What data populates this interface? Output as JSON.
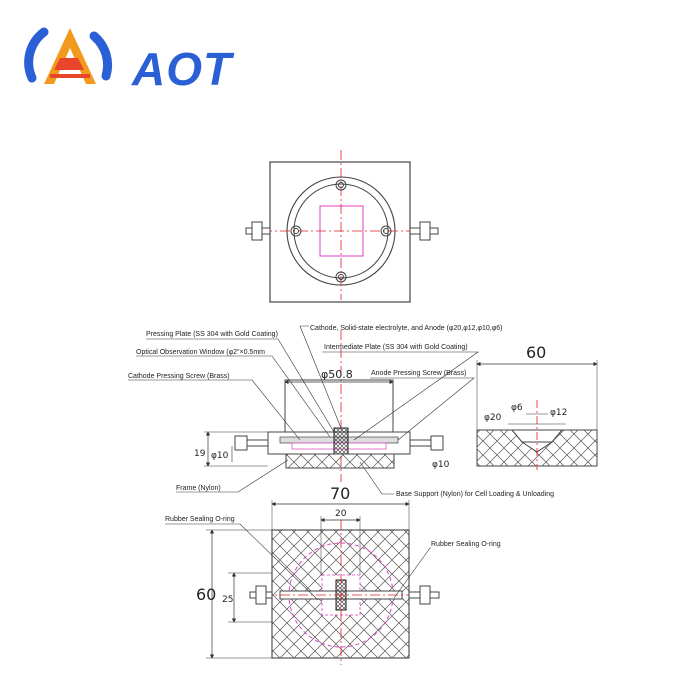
{
  "brand": {
    "name": "AOT",
    "colors": {
      "logo_blue": "#2a5fd6",
      "logo_red": "#e8452a",
      "logo_orange": "#f29a1e",
      "center_line": "#e02020",
      "window": "#e040c0"
    }
  },
  "labels": {
    "pressing_plate": "Pressing Plate (SS 304 with Gold Coating)",
    "optical_window": "Optical Observation Window (φ2\"×0.5mm",
    "cathode_screw": "Cathode Pressing Screw (Brass)",
    "cathode_stack": "Cathode, Solid-state electrolyte, and Anode (φ20,φ12,φ10,φ6)",
    "intermediate_plate": "Intermediate Plate (SS 304 with Gold Coating)",
    "anode_screw": "Anode Pressing Screw (Brass)",
    "frame": "Frame  (Nylon)",
    "base_support": "Base Support (Nylon) for Cell Loading & Unloading",
    "oring_left": "Rubber Sealing O-ring",
    "oring_right": "Rubber Sealing O-ring"
  },
  "dimensions": {
    "d50_8": "φ50.8",
    "d60": "60",
    "d20": "φ20",
    "d6": "φ6",
    "d12": "φ12",
    "h19": "19",
    "d10_left": "φ10",
    "d10_right": "φ10",
    "w70": "70",
    "w20": "20",
    "h60": "60",
    "h25": "25"
  }
}
